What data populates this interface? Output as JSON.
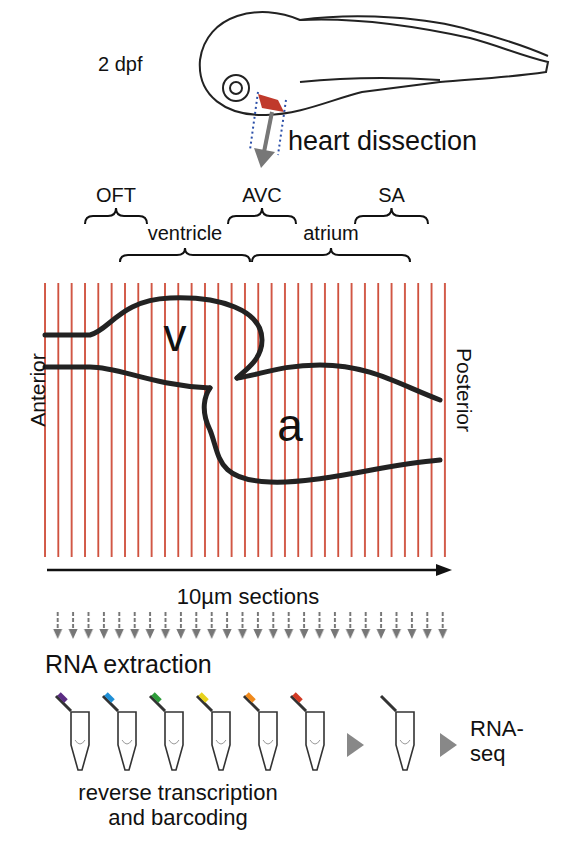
{
  "diagram": {
    "nodes": [
      {
        "text": [
          "v"
        ]
      },
      {
        "text": [
          "a"
        ]
      }
    ],
    "labels": [
      "2 dpf",
      "heart dissection",
      "OFT",
      "AVC",
      "SA",
      "ventricle",
      "atrium",
      "Anterior",
      "Posterior",
      "10µm sections",
      "RNA extraction",
      "RNA-seq",
      "reverse transcription and barcoding"
    ]
  }
}
